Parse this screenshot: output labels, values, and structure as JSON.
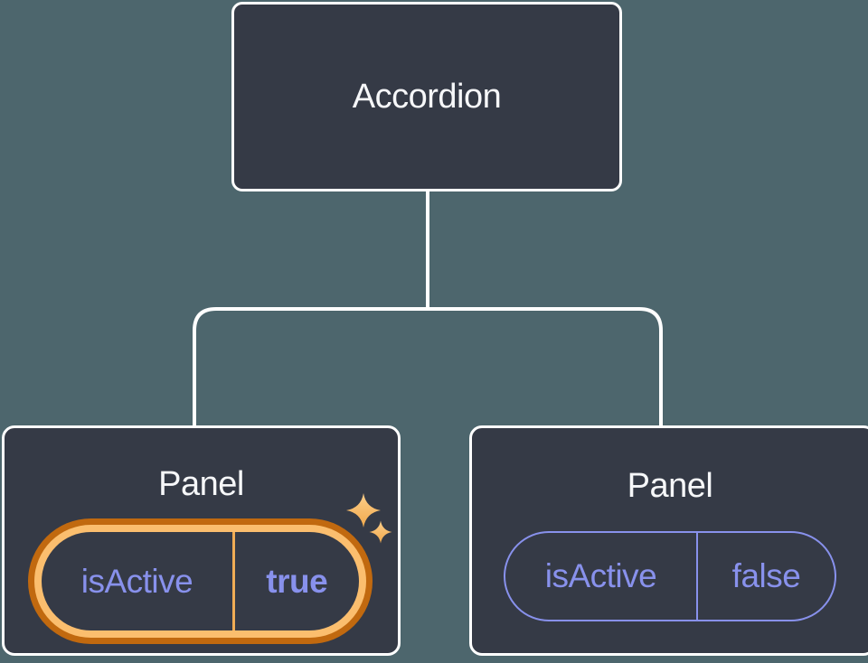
{
  "theme": {
    "background": "#4D666D",
    "node_fill": "#353A46",
    "node_border": "#FFFFFF",
    "line": "#FFFFFF",
    "text": "#F6F7F9",
    "purple": "#8891EC",
    "orange_outer": "#C1690F",
    "orange_inner": "#FBBE6E",
    "divider_orange": "#F0AC55",
    "sparkle_light": "#FDCE8A",
    "sparkle_dark": "#F1A94C"
  },
  "tree": {
    "root": {
      "label": "Accordion"
    },
    "children": [
      {
        "label": "Panel",
        "state": {
          "key": "isActive",
          "value": "true"
        },
        "highlighted": true
      },
      {
        "label": "Panel",
        "state": {
          "key": "isActive",
          "value": "false"
        },
        "highlighted": false
      }
    ]
  },
  "icons": {
    "sparkles": "four-point-sparkle-stars"
  }
}
